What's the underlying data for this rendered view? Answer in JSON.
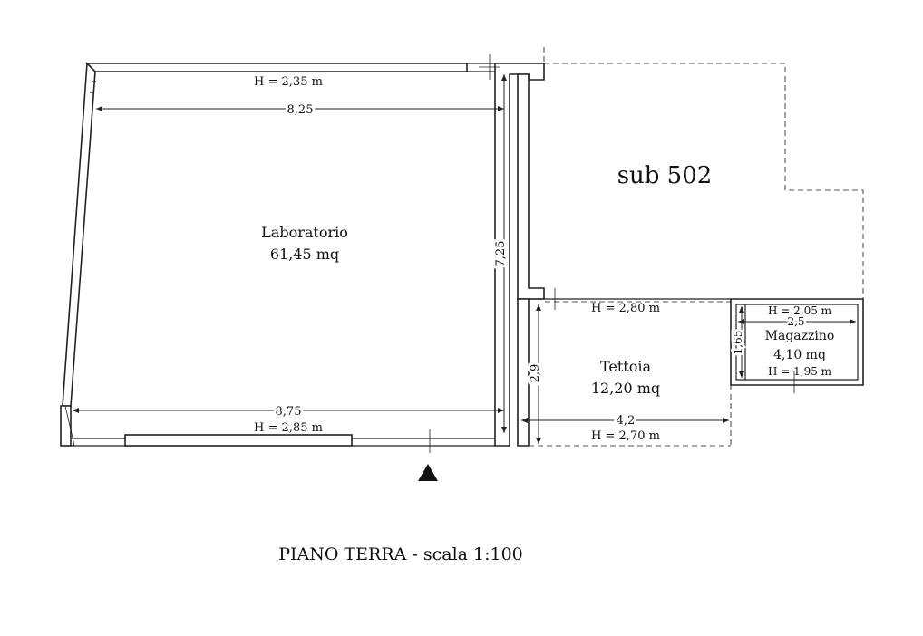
{
  "title": "PIANO TERRA - scala 1:100",
  "rooms": {
    "laboratorio": {
      "name": "Laboratorio",
      "area": "61,45 mq"
    },
    "tettoia": {
      "name": "Tettoia",
      "area": "12,20 mq"
    },
    "magazzino": {
      "name": "Magazzino",
      "area": "4,10 mq"
    },
    "sub": {
      "name": "sub 502"
    }
  },
  "dimensions": {
    "lab_top_width": "8,25",
    "lab_bottom_width": "8,75",
    "lab_depth": "7,25",
    "tettoia_width": "4,2",
    "tettoia_depth": "2,9",
    "magazzino_width": "2,5",
    "magazzino_depth": "1,65"
  },
  "heights": {
    "lab_top": "H = 2,35 m",
    "lab_bottom": "H = 2,85 m",
    "tettoia_top": "H = 2,80 m",
    "tettoia_bottom": "H = 2,70 m",
    "magazzino_top": "H = 2,05 m",
    "magazzino_bottom": "H = 1,95 m"
  }
}
